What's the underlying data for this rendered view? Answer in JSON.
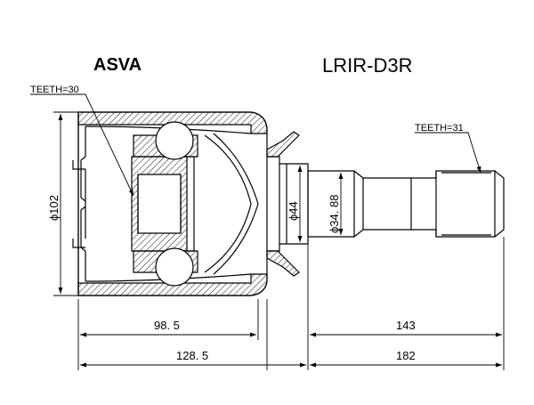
{
  "brand": "ASVA",
  "part_number": "LRIR-D3R",
  "callouts": {
    "teeth_inner": "TEETH=30",
    "teeth_outer": "TEETH=31"
  },
  "diameters": {
    "housing": "ϕ102",
    "flange": "ϕ44",
    "shaft": "ϕ34. 88"
  },
  "dimensions": {
    "inner_length": "98. 5",
    "shaft_length": "143",
    "housing_total": "128. 5",
    "shaft_total": "182"
  }
}
